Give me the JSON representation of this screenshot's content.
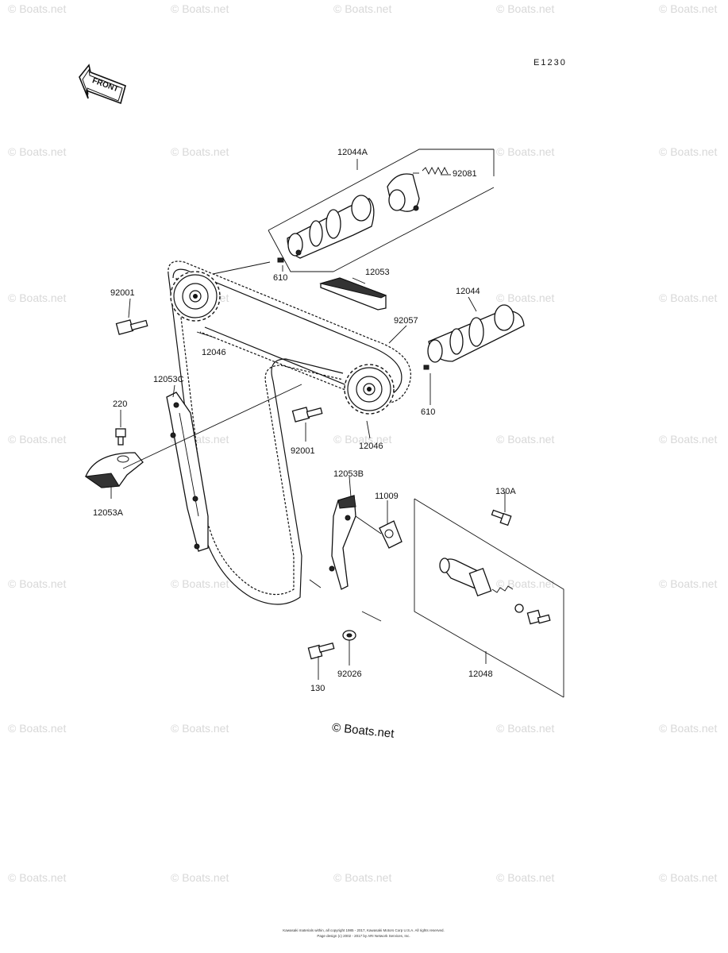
{
  "diagram_code": "E1230",
  "front_label": "FRONT",
  "watermark_text": "© Boats.net",
  "center_watermark": "© Boats.net",
  "footer_line1": "Kawasaki materials within, all copyright 1985 - 2017, Kawasaki Motors Corp U.S.A. All rights reserved.",
  "footer_line2": "Page design (c) 2002 - 2017 by ARI Network Services, Inc.",
  "parts": {
    "p12044A": "12044A",
    "p92081": "92081",
    "p610_top": "610",
    "p12053": "12053",
    "p12044": "12044",
    "p92057": "92057",
    "p92001_top": "92001",
    "p12046_top": "12046",
    "p12053C": "12053C",
    "p610_mid": "610",
    "p220": "220",
    "p92001_mid": "92001",
    "p12046_mid": "12046",
    "p12053A": "12053A",
    "p12053B": "12053B",
    "p11009": "11009",
    "p130A": "130A",
    "p92026": "92026",
    "p130": "130",
    "p12048": "12048"
  }
}
